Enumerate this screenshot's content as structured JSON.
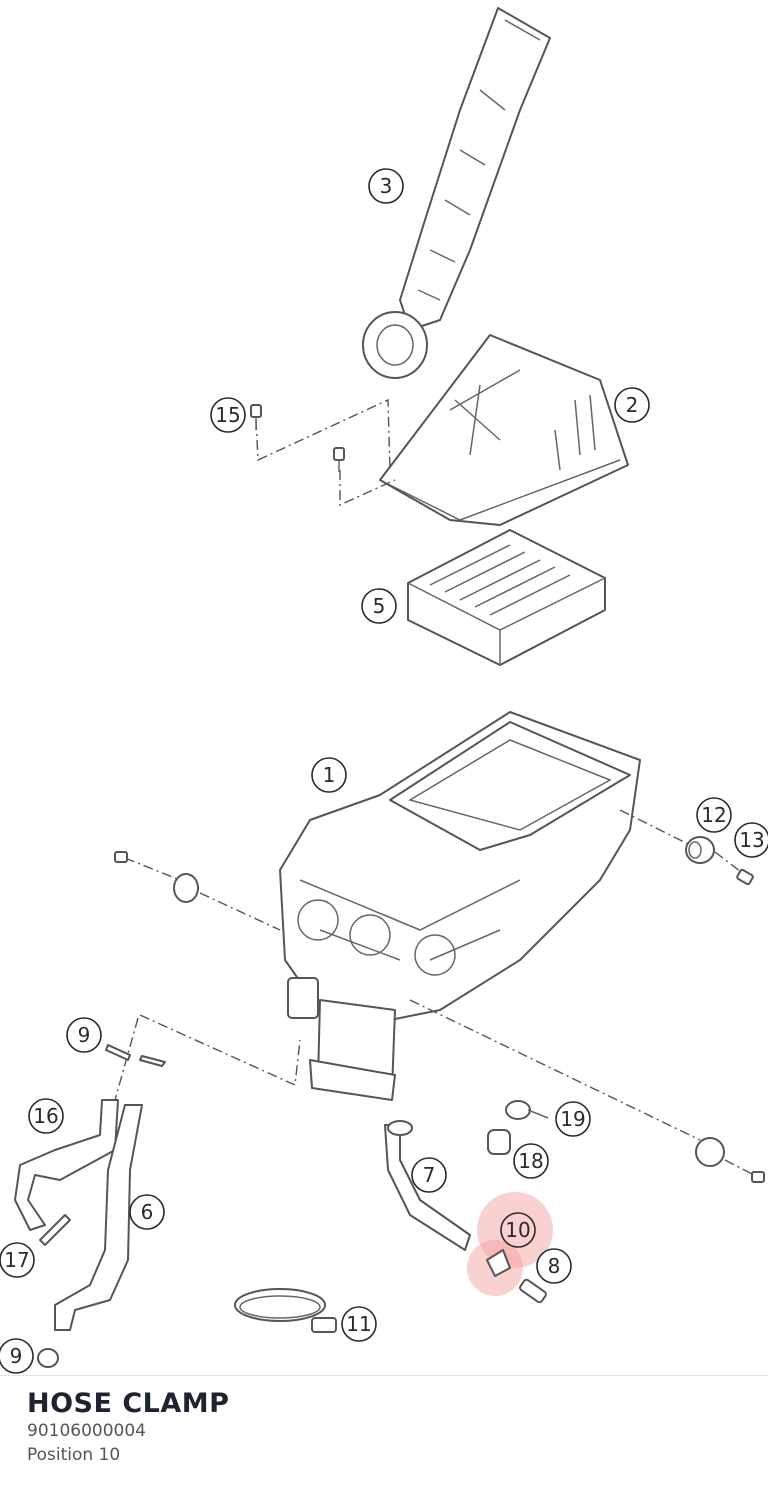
{
  "diagram": {
    "highlight_color": "#f29a9a",
    "highlighted_position": "10",
    "callouts": [
      {
        "label": "3"
      },
      {
        "label": "15"
      },
      {
        "label": "2"
      },
      {
        "label": "5"
      },
      {
        "label": "1"
      },
      {
        "label": "12"
      },
      {
        "label": "13"
      },
      {
        "label": "9"
      },
      {
        "label": "16"
      },
      {
        "label": "19"
      },
      {
        "label": "18"
      },
      {
        "label": "7"
      },
      {
        "label": "6"
      },
      {
        "label": "10"
      },
      {
        "label": "8"
      },
      {
        "label": "17"
      },
      {
        "label": "11"
      },
      {
        "label": "9"
      }
    ]
  },
  "part": {
    "name": "HOSE CLAMP",
    "number": "90106000004",
    "position": "Position 10"
  }
}
